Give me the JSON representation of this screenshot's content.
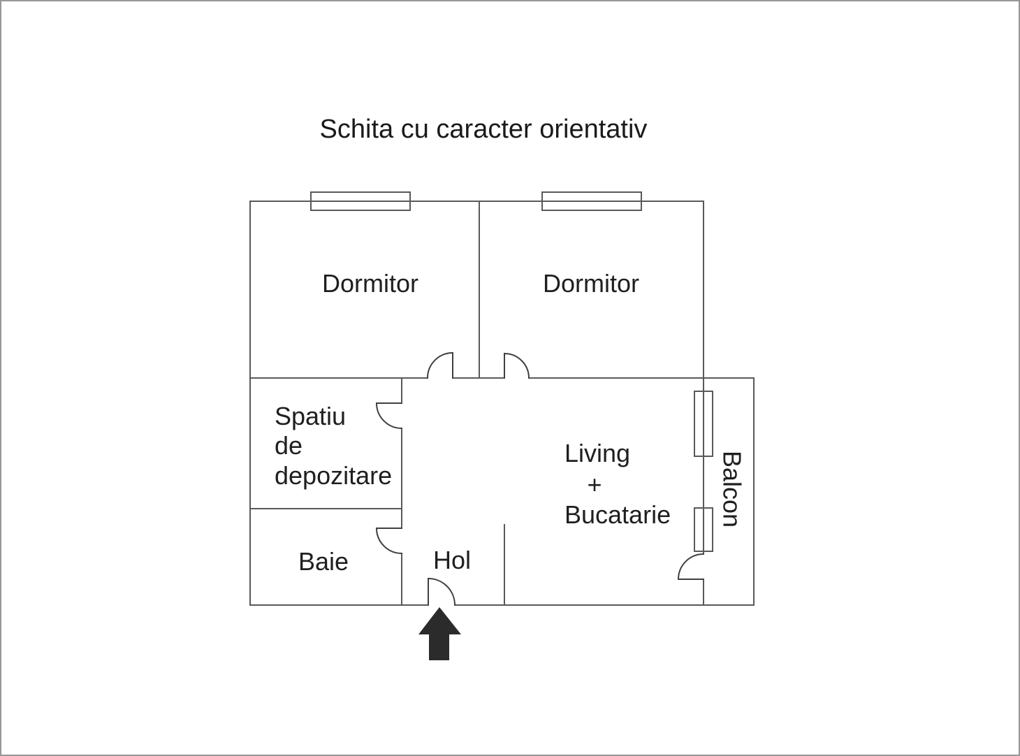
{
  "title": "Schita cu caracter orientativ",
  "colors": {
    "background": "#ffffff",
    "wall": "#595959",
    "door": "#404040",
    "text": "#1f1f1f",
    "arrow": "#2b2b2b",
    "frame": "#979797"
  },
  "rooms": {
    "bedroom1": {
      "label": "Dormitor"
    },
    "bedroom2": {
      "label": "Dormitor"
    },
    "storage": {
      "lines": [
        "Spatiu",
        "de",
        "depozitare"
      ]
    },
    "bathroom": {
      "label": "Baie"
    },
    "hallway": {
      "label": "Hol"
    },
    "living": {
      "lines": [
        "Living",
        "+",
        "Bucatarie"
      ]
    },
    "balcony": {
      "label": "Balcon"
    }
  }
}
